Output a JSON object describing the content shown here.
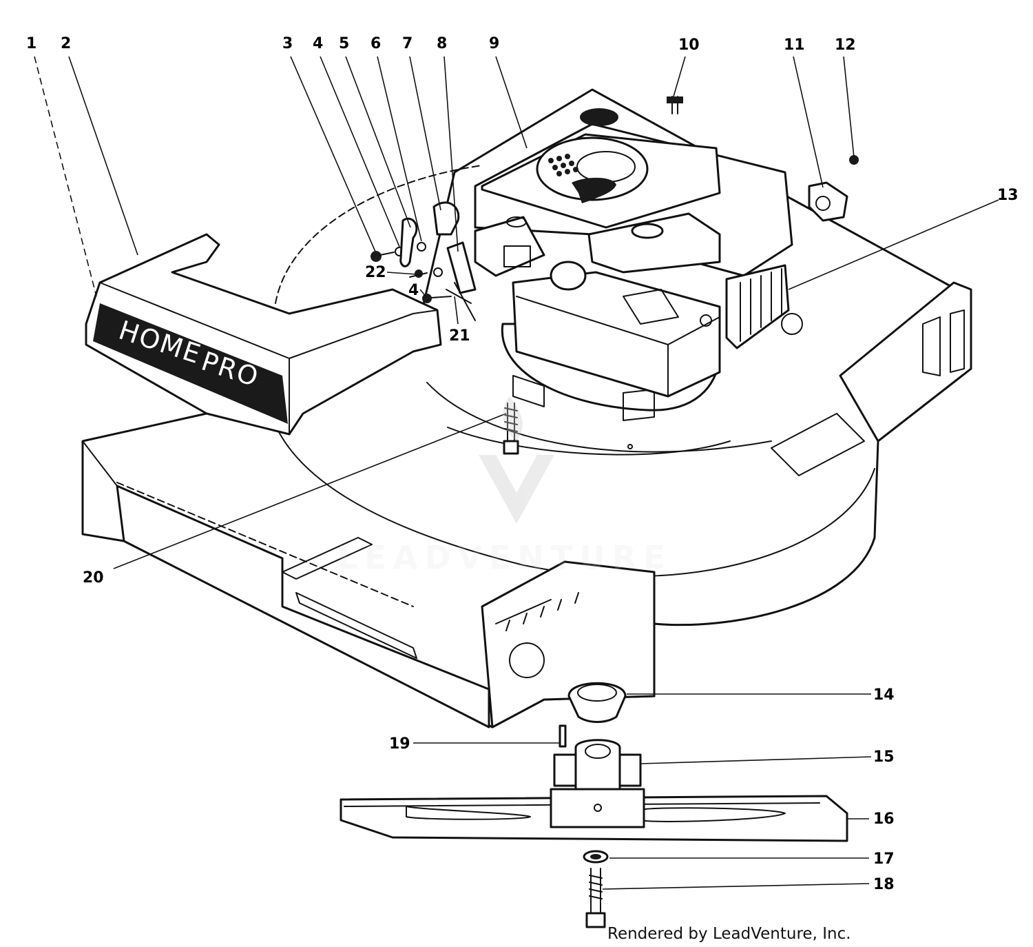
{
  "diagram": {
    "callouts": [
      "1",
      "2",
      "3",
      "4",
      "5",
      "6",
      "7",
      "8",
      "9",
      "10",
      "11",
      "12",
      "13",
      "14",
      "15",
      "16",
      "17",
      "18",
      "19",
      "20",
      "21",
      "22",
      "4"
    ],
    "decal_text": [
      "HOME",
      "PRO"
    ],
    "watermark": "LEADVENTURE",
    "credit": "Rendered by LeadVenture, Inc."
  }
}
